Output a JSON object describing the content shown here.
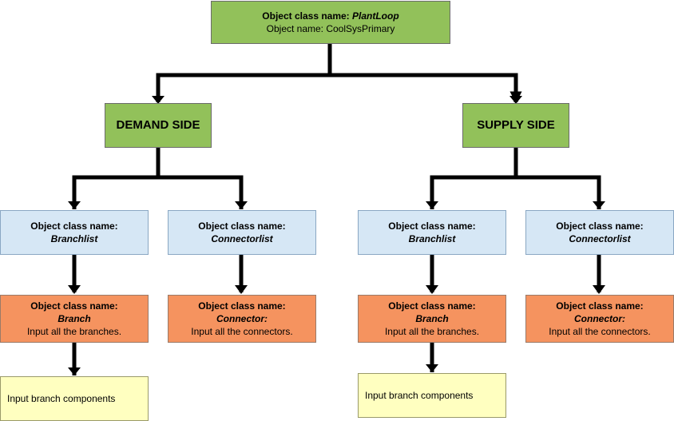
{
  "root": {
    "label_prefix": "Object class name: ",
    "class_name": "PlantLoop",
    "object_name": "Object name: CoolSysPrimary"
  },
  "demand": {
    "title": "DEMAND SIDE",
    "branchlist": {
      "label": "Object class name:",
      "name": "Branchlist"
    },
    "connectorlist": {
      "label": "Object class name:",
      "name": "Connectorlist"
    },
    "branch": {
      "label": "Object class name:",
      "name": "Branch",
      "note": "Input all the branches."
    },
    "connector": {
      "label": "Object class name:",
      "name": "Connector:",
      "note": "Input all the connectors."
    },
    "components": "Input branch components"
  },
  "supply": {
    "title": "SUPPLY SIDE",
    "branchlist": {
      "label": "Object class name:",
      "name": "Branchlist"
    },
    "connectorlist": {
      "label": "Object class name:",
      "name": "Connectorlist"
    },
    "branch": {
      "label": "Object class name:",
      "name": "Branch",
      "note": "Input all the branches."
    },
    "connector": {
      "label": "Object class name:",
      "name": "Connector:",
      "note": "Input all the connectors."
    },
    "components": "Input branch components"
  },
  "colors": {
    "green": "#92c15a",
    "blue": "#d6e7f5",
    "orange": "#f5935f",
    "yellow": "#ffffc0",
    "line": "#000000"
  }
}
